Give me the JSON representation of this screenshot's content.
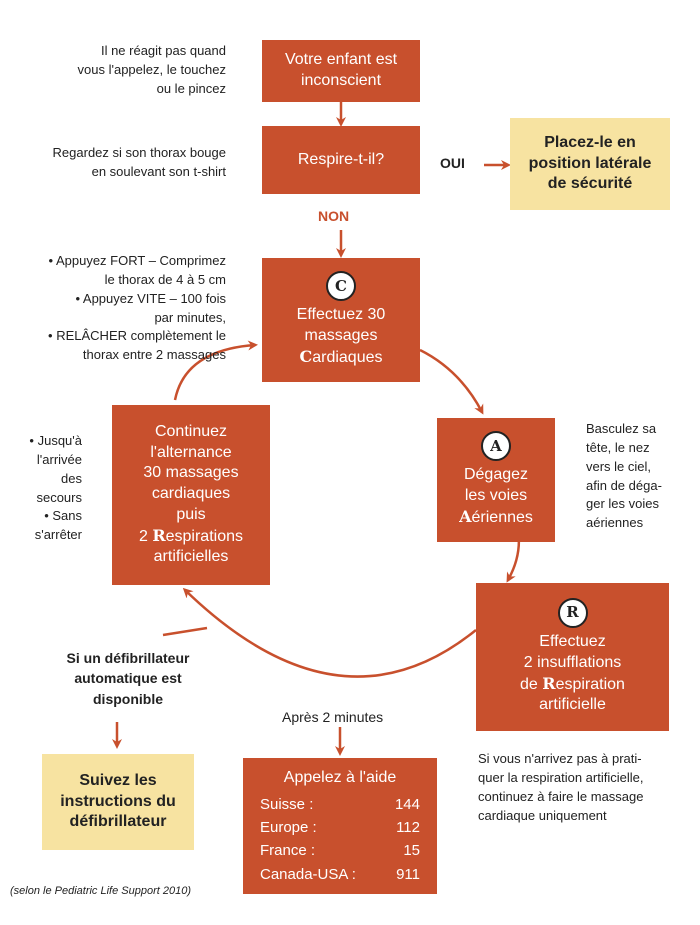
{
  "boxes": {
    "unconscious": "Votre enfant est inconscient",
    "breathing": "Respire-t-il?",
    "recovery": "Placez-le en position latérale de sécurité",
    "c": {
      "badge": "C",
      "line1": "Effectuez 30",
      "line2": "massages",
      "initial": "C",
      "rest": "ardiaques"
    },
    "a": {
      "badge": "A",
      "line1": "Dégagez",
      "line2": "les voies",
      "initial": "A",
      "rest": "ériennes"
    },
    "r": {
      "badge": "R",
      "line1": "Effectuez",
      "line2": "2 insufflations",
      "pre": "de ",
      "initial": "R",
      "rest": "espiration",
      "line4": "artificielle"
    },
    "continue": {
      "l1": "Continuez",
      "l2": "l'alternance",
      "l3": "30 massages",
      "l4": "cardiaques",
      "l5": "puis",
      "pre": "2 ",
      "initial": "R",
      "rest": "espirations",
      "l7": "artificielles"
    },
    "defib": "Suivez les instructions du défibrillateur",
    "call": {
      "title": "Appelez à l'aide",
      "rows": [
        {
          "label": "Suisse :",
          "number": "144"
        },
        {
          "label": "Europe :",
          "number": "112"
        },
        {
          "label": "France :",
          "number": "15"
        },
        {
          "label": "Canada-USA :",
          "number": "911"
        }
      ]
    }
  },
  "labels": {
    "yes": "OUI",
    "no": "NON",
    "after": "Après 2 minutes"
  },
  "notes": {
    "n1": [
      "Il ne réagit pas quand",
      "vous l'appelez, le touchez",
      "ou le pincez"
    ],
    "n2": [
      "Regardez si son thorax bouge",
      "en soulevant son t-shirt"
    ],
    "cpr": [
      {
        "bullet": "•",
        "text": [
          "Appuyez FORT – Comprimez",
          "le thorax de 4 à 5 cm"
        ]
      },
      {
        "bullet": "•",
        "text": [
          "Appuyez VITE – 100 fois",
          "par minutes,"
        ]
      },
      {
        "bullet": "•",
        "text": [
          "RELÂCHER complètement le",
          "thorax entre 2 massages"
        ]
      }
    ],
    "loop": [
      "• Jusqu'à",
      "l'arrivée",
      "des",
      "secours",
      "• Sans",
      "s'arrêter"
    ],
    "airway": [
      "Basculez sa",
      "tête, le nez",
      "vers le ciel,",
      "afin de déga-",
      "ger les voies",
      "aériennes"
    ],
    "defib_q": [
      "Si un défibrillateur",
      "automatique est",
      "disponible"
    ],
    "rescue": [
      "Si vous n'arrivez pas à prati-",
      "quer la respiration artificielle,",
      "continuez à faire le massage",
      "cardiaque uniquement"
    ],
    "source": "(selon le Pediatric Life Support 2010)"
  },
  "colors": {
    "box": "#c8502d",
    "yellow": "#f7e3a1",
    "text": "#222222"
  }
}
